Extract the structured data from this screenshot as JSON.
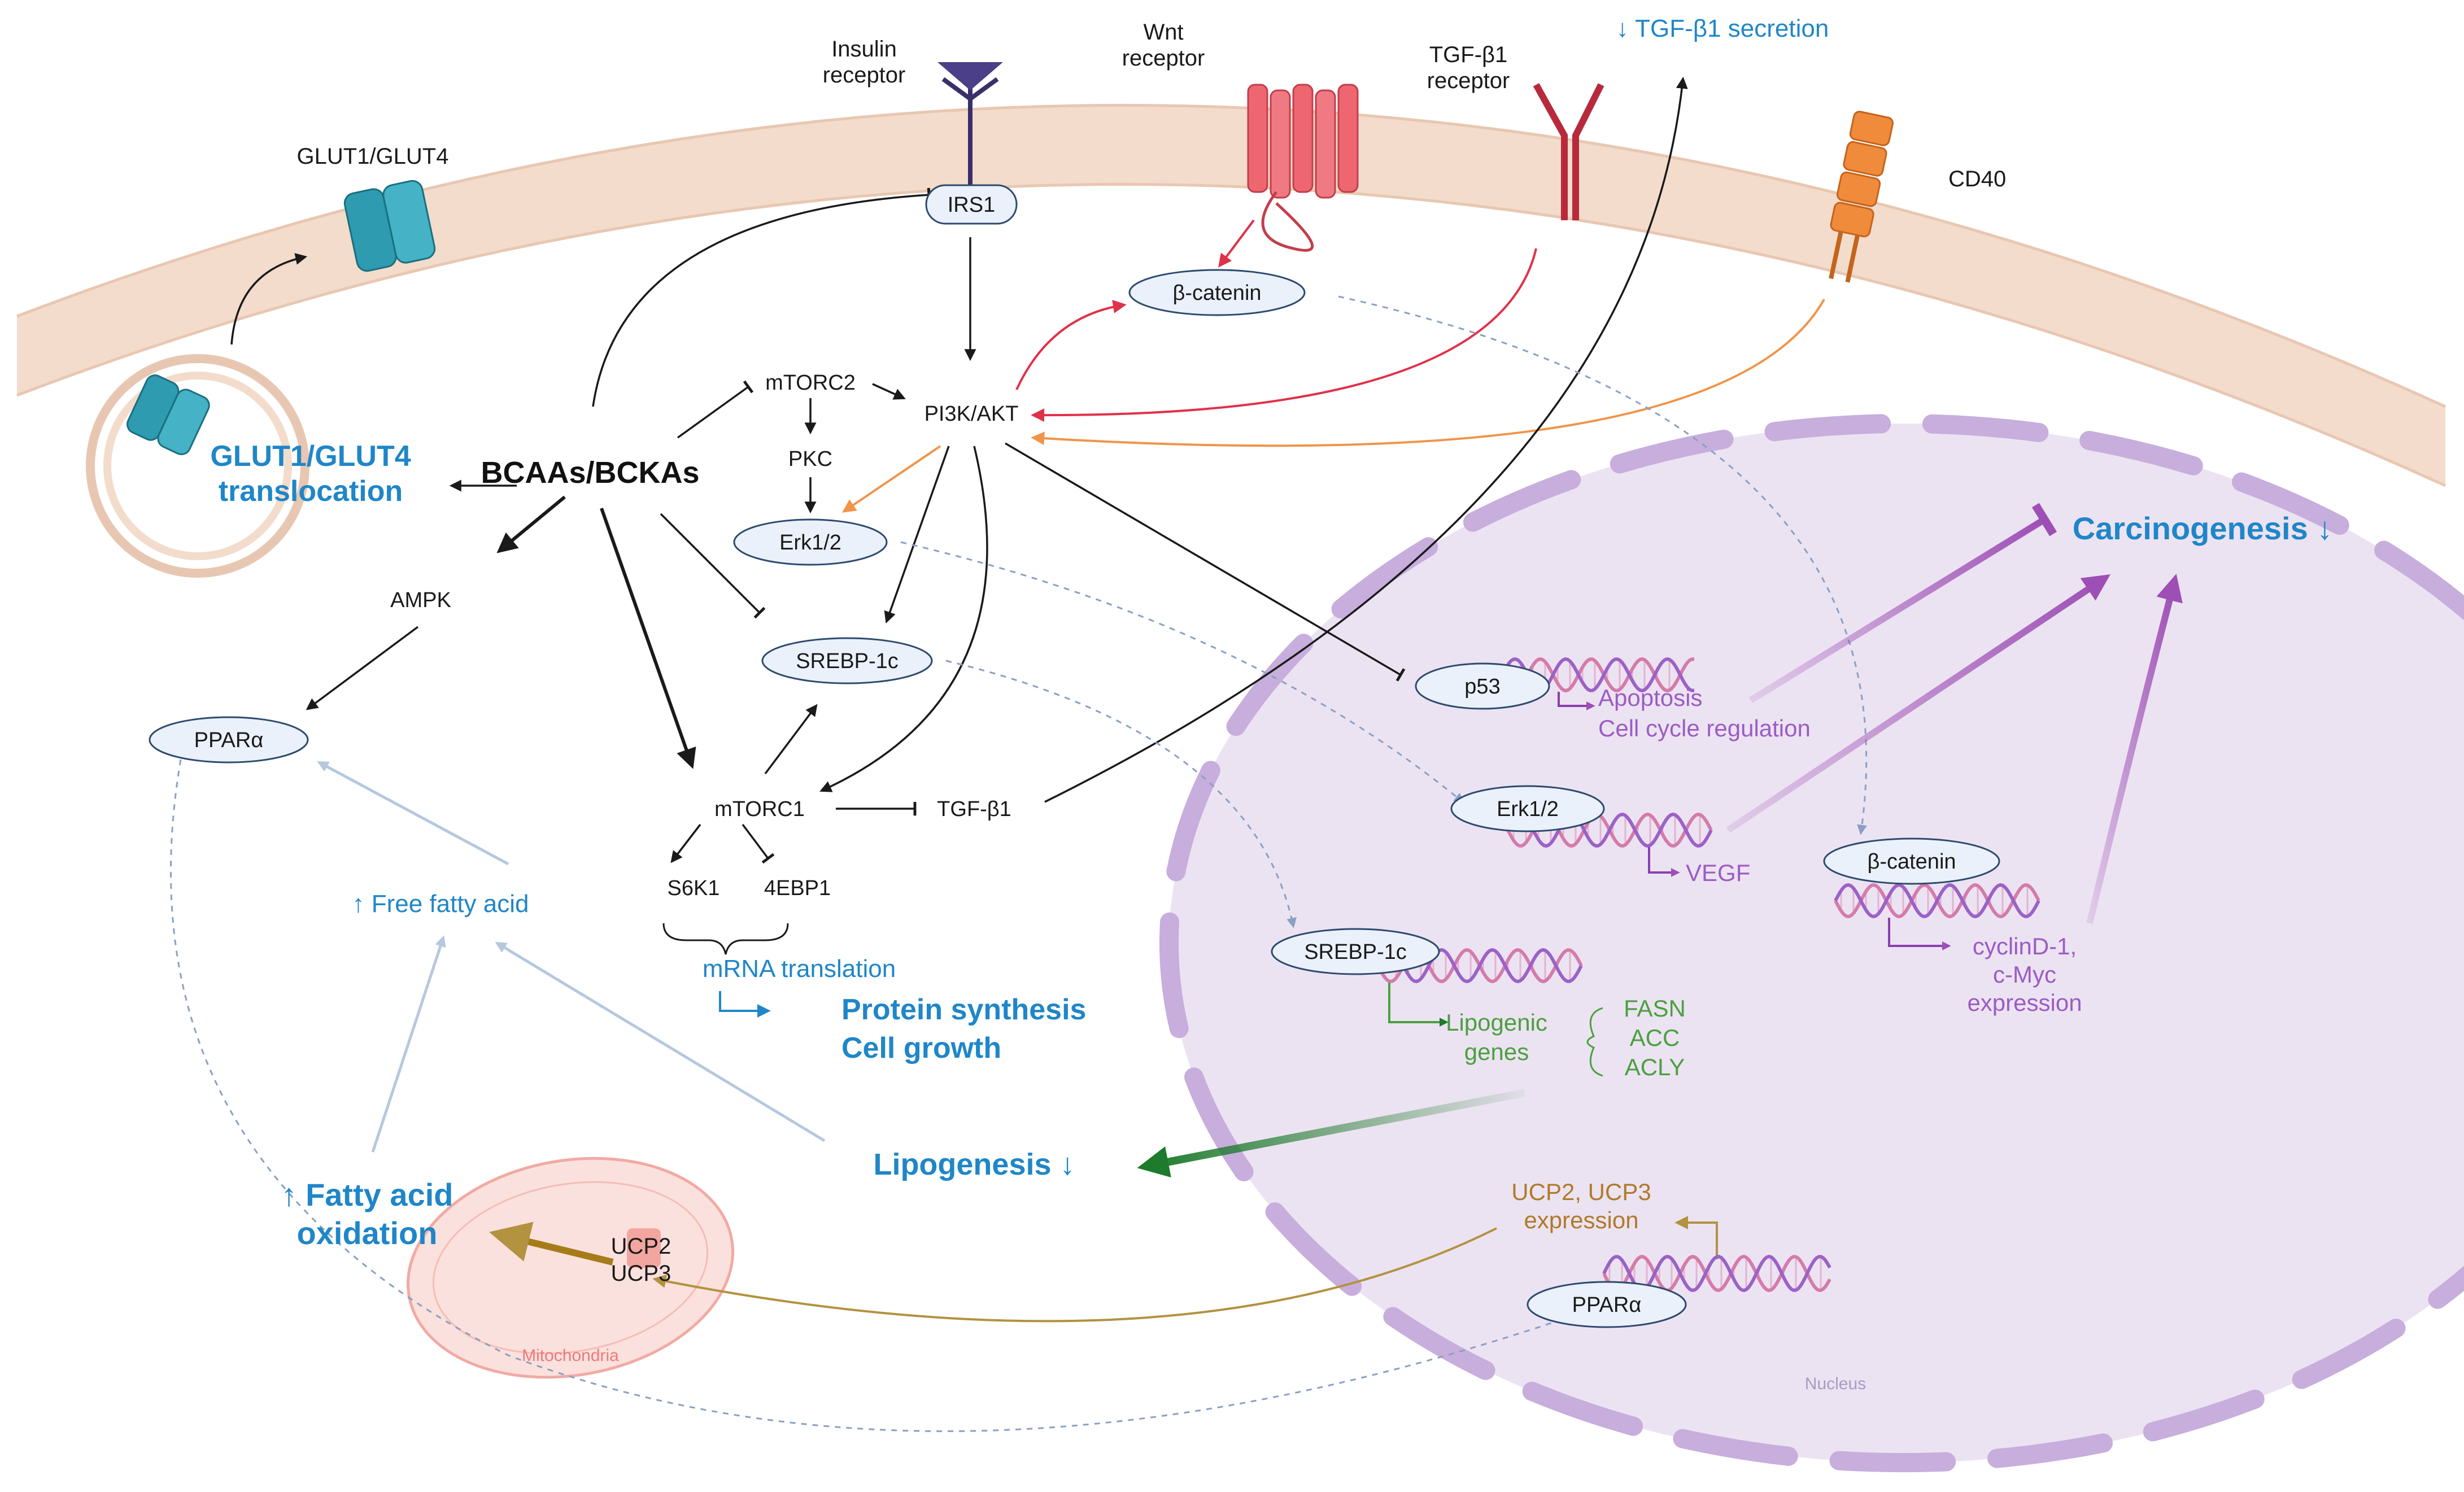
{
  "receptors": {
    "insulin": "Insulin\nreceptor",
    "wnt": "Wnt\nreceptor",
    "tgf": "TGF-β1\nreceptor",
    "cd40": "CD40",
    "glut_membrane": "GLUT1/GLUT4"
  },
  "membrane_labels": {
    "tgf_secretion": "↓ TGF-β1 secretion",
    "glut_translocation": "GLUT1/GLUT4\ntranslocation"
  },
  "cytoplasm": {
    "irs1": "IRS1",
    "beta_catenin": "β-catenin",
    "bcaas": "BCAAs/BCKAs",
    "mtorc2": "mTORC2",
    "pi3k_akt": "PI3K/AKT",
    "pkc": "PKC",
    "erk": "Erk1/2",
    "ampk": "AMPK",
    "srebp": "SREBP-1c",
    "ppar": "PPARα",
    "mtorc1": "mTORC1",
    "tgf_b1": "TGF-β1",
    "s6k1": "S6K1",
    "ebp1": "4EBP1",
    "free_fatty_acid": "↑ Free fatty acid",
    "mrna_translation": "mRNA translation",
    "protein_synthesis": "Protein synthesis\nCell growth",
    "lipogenesis": "Lipogenesis ↓",
    "fatty_acid_oxidation": "↑ Fatty acid\noxidation",
    "ucp": "UCP2\nUCP3",
    "mitochondria": "Mitochondria"
  },
  "nucleus": {
    "label": "Nucleus",
    "carcinogenesis": "Carcinogenesis ↓",
    "p53": "p53",
    "apoptosis": "Apoptosis\nCell cycle regulation",
    "erk": "Erk1/2",
    "vegf": "VEGF",
    "beta_catenin": "β-catenin",
    "cyclin": "cyclinD-1,\nc-Myc\nexpression",
    "srebp": "SREBP-1c",
    "lipogenic_genes": "Lipogenic\ngenes",
    "fasn": "FASN\nACC\nACLY",
    "ucp_expression": "UCP2, UCP3\nexpression",
    "ppar": "PPARα"
  },
  "colors": {
    "membrane": "#f3dccb",
    "nucleus": "#ece3f2",
    "blue_text": "#1f86c8",
    "purple_text": "#9b5cc4",
    "green_text": "#4aa03f",
    "gold_text": "#b07a2a"
  }
}
